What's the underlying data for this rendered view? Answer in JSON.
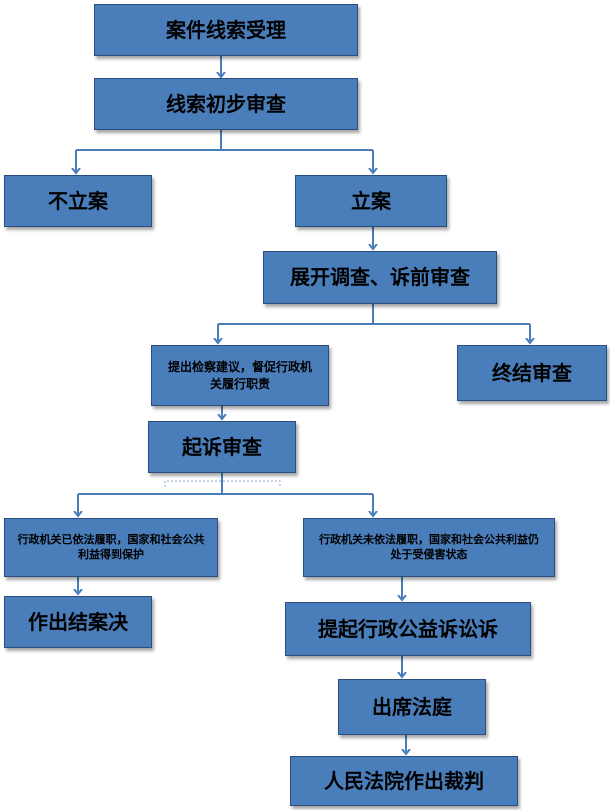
{
  "flow": {
    "accept": "案件线索受理",
    "prelim": "线索初步审查",
    "no_case": "不立案",
    "case": "立案",
    "investigate": "展开调查、诉前审查",
    "proposal": "提出检察建议，督促行政机关履行职责",
    "terminate": "终结审查",
    "prosecute_review": "起诉审查",
    "performed": "行政机关已依法履职，国家和社会公共利益得到保护",
    "not_performed": "行政机关未依法履职，国家和社会公共利益仍处于受侵害状态",
    "closing": "作出结案决",
    "file_suit": "提起行政公益诉讼诉",
    "court": "出席法庭",
    "judgment": "人民法院作出裁判"
  },
  "colors": {
    "box_fill": "#4a7ebb",
    "box_border": "#2a4f7e",
    "connector": "#4a7ebb"
  }
}
